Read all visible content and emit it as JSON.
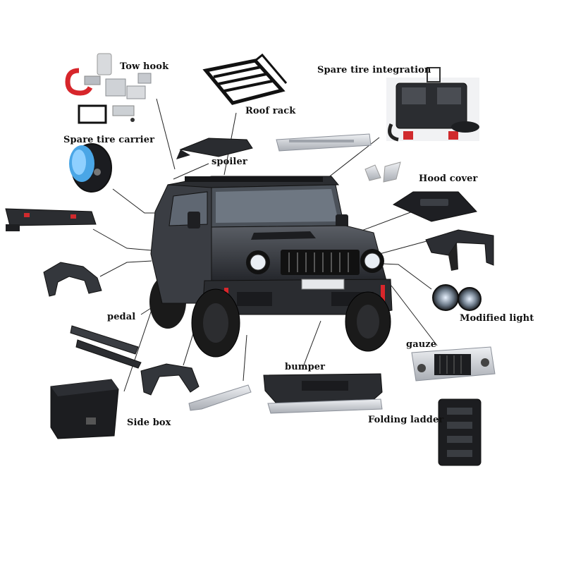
{
  "labels": {
    "tow_hook": "Tow hook",
    "roof_rack": "Roof rack",
    "spare_tire_integration": "Spare tire integration",
    "spare_tire_carrier": "Spare tire carrier",
    "spoiler": "spoiler",
    "hood_cover": "Hood cover",
    "modified_light": "Modified light",
    "pedal": "pedal",
    "gauze": "gauze",
    "bumper": "bumper",
    "side_box": "Side box",
    "folding_ladder": "Folding ladder"
  },
  "colors": {
    "body_dark": "#2a2c30",
    "body_mid": "#44474d",
    "part_black": "#1c1d20",
    "tire": "#1a1a1a",
    "accent_red": "#d9262b",
    "silver": "#c9ccd1",
    "light_blue": "#2a7fd6",
    "line": "#222222"
  }
}
